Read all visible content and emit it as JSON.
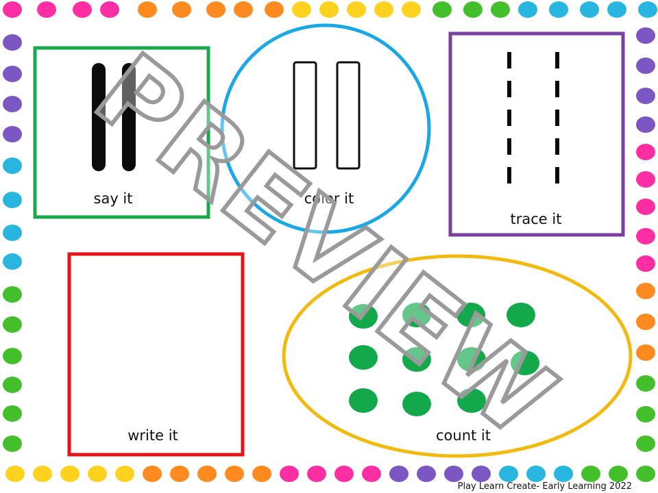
{
  "activities": {
    "say": "say it",
    "color": "color it",
    "trace": "trace it",
    "write": "write it",
    "count": "count it"
  },
  "number_shown": 2,
  "count_dots": 11,
  "watermark": "PREVIEW",
  "footer": "Play Learn Create- Early Learning 2022",
  "colors": {
    "say_border": "#1aa84b",
    "color_border": "#19a7e6",
    "trace_border": "#7a3fa0",
    "write_border": "#e3151b",
    "count_border": "#f2b90f",
    "dot_green": "#13a84a",
    "border_dots": [
      "#ff2fa3",
      "#ff8a1f",
      "#ffd21f",
      "#43bf2b",
      "#28b6e0",
      "#7b57c4"
    ]
  }
}
